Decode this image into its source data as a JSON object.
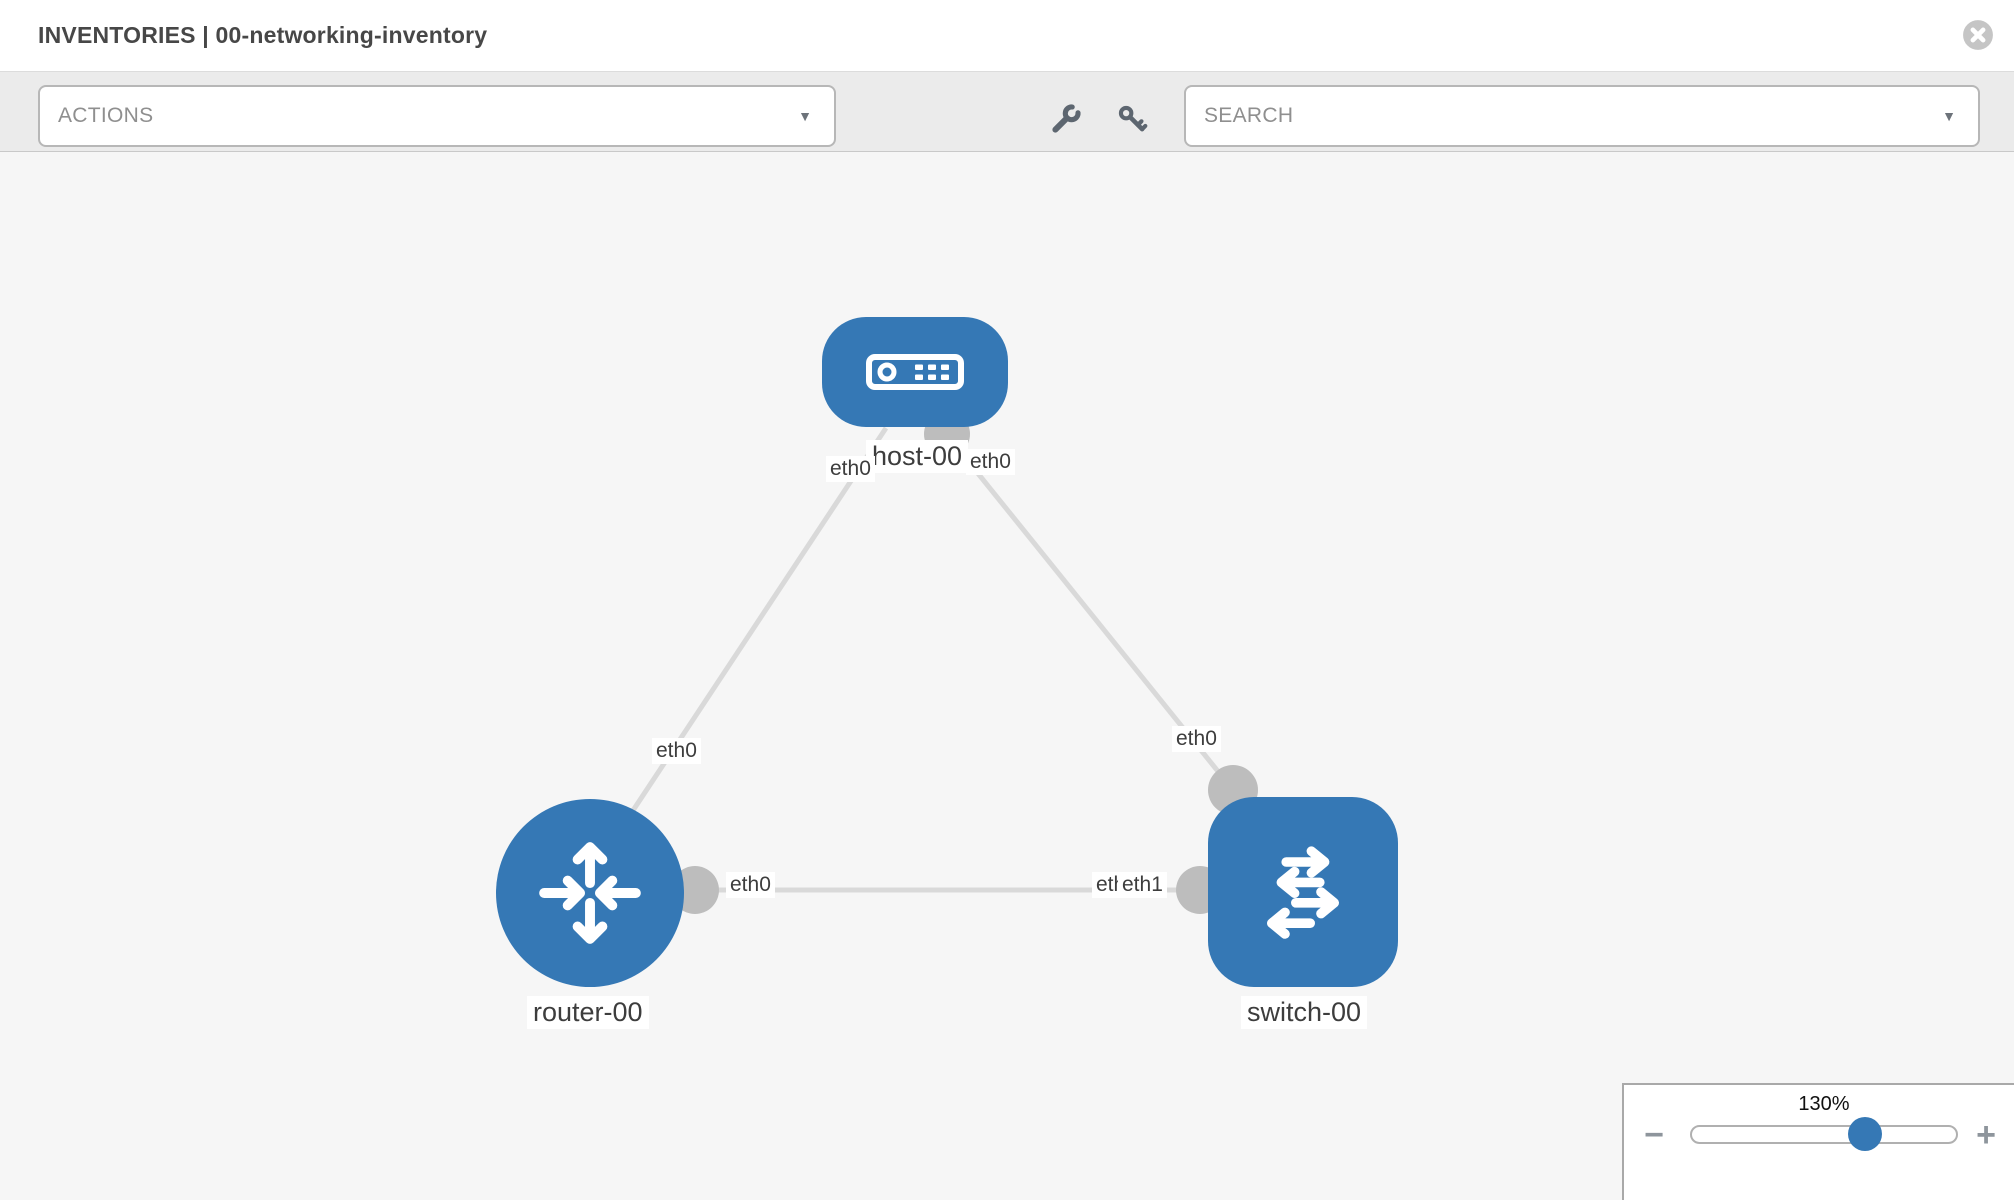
{
  "header": {
    "title": "INVENTORIES | 00-networking-inventory"
  },
  "toolbar": {
    "actions_label": "ACTIONS",
    "search_label": "SEARCH",
    "caret_glyph": "▼"
  },
  "diagram": {
    "nodes": [
      {
        "id": "host-00",
        "label": "host-00",
        "type": "host"
      },
      {
        "id": "router-00",
        "label": "router-00",
        "type": "router"
      },
      {
        "id": "switch-00",
        "label": "switch-00",
        "type": "switch"
      }
    ],
    "links": [
      {
        "from": "host-00",
        "to": "router-00"
      },
      {
        "from": "host-00",
        "to": "switch-00"
      },
      {
        "from": "router-00",
        "to": "switch-00"
      }
    ],
    "iface_labels": [
      {
        "text": "eth0",
        "at": "host-00-left"
      },
      {
        "text": "eth0",
        "at": "host-00-right"
      },
      {
        "text": "eth0",
        "at": "link-host-router"
      },
      {
        "text": "eth0",
        "at": "link-host-switch"
      },
      {
        "text": "eth0",
        "at": "router-00-right"
      },
      {
        "text": "eth0",
        "at": "switch-00-left-under"
      },
      {
        "text": "eth1",
        "at": "switch-00-left"
      }
    ]
  },
  "zoom_control": {
    "level": "130%",
    "minus_glyph": "−",
    "plus_glyph": "+"
  },
  "colors": {
    "node_blue": "#3578b5",
    "link_gray": "#d9d9d9",
    "connector_gray": "#bdbdbd",
    "toolbar_bg": "#ebebeb",
    "canvas_bg": "#f6f6f6"
  }
}
